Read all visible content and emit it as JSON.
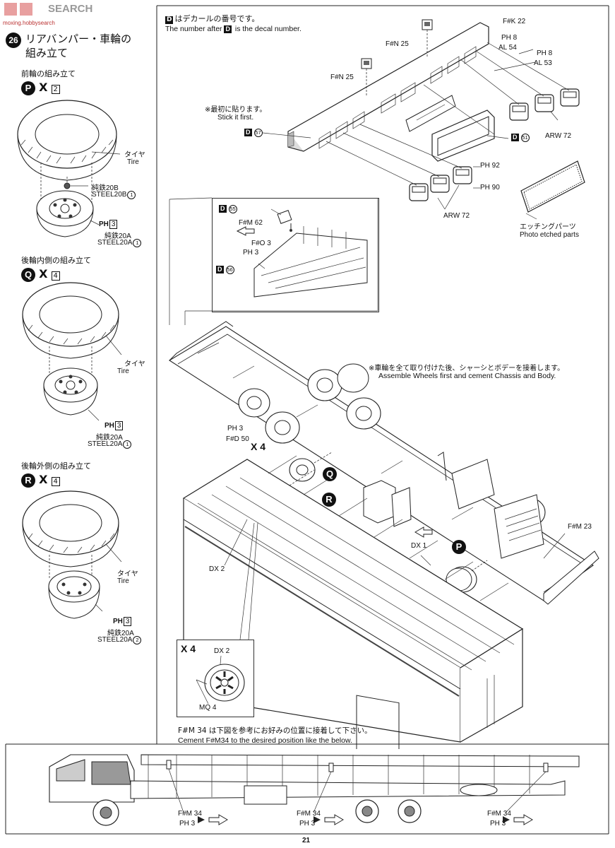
{
  "watermark": "SEARCH",
  "watermark_site": "moxing.hobbysearch",
  "step": {
    "number": "26",
    "title_jp_line1": "リアバンパー・車輪の",
    "title_jp_line2": "組み立て"
  },
  "decal_note": {
    "jp": "はデカールの番号です。",
    "en_before": "The number after",
    "en_after": "is the decal number.",
    "symbol": "D"
  },
  "left_panel": {
    "front": {
      "heading": "前輪の組み立て",
      "letter": "P",
      "count": "X",
      "count_num": "2",
      "tire_jp": "タイヤ",
      "tire_en": "Tire",
      "part1_jp": "純鉄20B",
      "part1_en": "STEEL20B",
      "part1_num": "1",
      "part2_ph": "PH",
      "part2_ph_num": "3",
      "part2_jp": "純鉄20A",
      "part2_en": "STEEL20A",
      "part2_num": "1"
    },
    "rear_inner": {
      "heading": "後輪内側の組み立て",
      "letter": "Q",
      "count": "X",
      "count_num": "4",
      "tire_jp": "タイヤ",
      "tire_en": "Tire",
      "ph": "PH",
      "ph_num": "3",
      "part_jp": "純鉄20A",
      "part_en": "STEEL20A",
      "part_num": "1"
    },
    "rear_outer": {
      "heading": "後輪外側の組み立て",
      "letter": "R",
      "count": "X",
      "count_num": "4",
      "tire_jp": "タイヤ",
      "tire_en": "Tire",
      "ph": "PH",
      "ph_num": "3",
      "part_jp": "純鉄20A",
      "part_en": "STEEL20A",
      "part_num": "2"
    }
  },
  "bumper_labels": {
    "fk": "F#K 22",
    "fn_top": "F#N 25",
    "fn_left": "F#N 25",
    "ph8a": "PH 8",
    "al54": "AL 54",
    "ph8b": "PH 8",
    "al53": "AL 53",
    "stick_jp": "※最初に貼ります。",
    "stick_en": "Stick it first.",
    "d57": "57",
    "d51": "51",
    "arw72_right": "ARW 72",
    "ph92": "PH 92",
    "ph90": "PH 90",
    "arw72_bottom": "ARW 72",
    "etched_jp": "エッチングパーツ",
    "etched_en": "Photo etched parts"
  },
  "inset_top": {
    "d55": "55",
    "fm62": "F#M 62",
    "fo3": "F#O 3",
    "ph3": "PH 3",
    "d56": "56"
  },
  "main_assembly": {
    "note_jp": "※車輪を全て取り付けた後、シャーシとボデーを接着します。",
    "note_en": "Assemble Wheels first and cement Chassis and Body.",
    "ph3": "PH 3",
    "fd50": "F#D 50",
    "x4": "X 4",
    "q_letter": "Q",
    "r_letter": "R",
    "p_letter": "P",
    "dx1": "DX 1",
    "dx2": "DX 2",
    "fm23": "F#M 23"
  },
  "inset_wheel": {
    "x4": "X 4",
    "dx2": "DX 2",
    "mq4": "MQ 4"
  },
  "bottom_note": {
    "jp": "F#M 34 は下図を参考にお好みの位置に接着して下さい。",
    "en": "Cement F#M34 to the desired position like the below."
  },
  "side_view_labels": [
    {
      "fm": "F#M 34",
      "ph": "PH 3"
    },
    {
      "fm": "F#M 34",
      "ph": "PH 3"
    },
    {
      "fm": "F#M 34",
      "ph": "PH 3"
    }
  ],
  "page_number": "21"
}
